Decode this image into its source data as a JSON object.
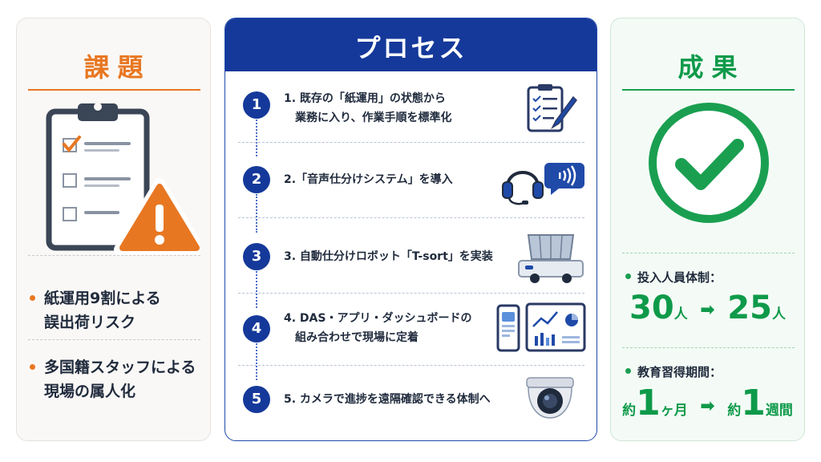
{
  "issues": {
    "title": "課題",
    "items": [
      {
        "line1": "紙運用9割による",
        "line2": "誤出荷リスク"
      },
      {
        "line1": "多国籍スタッフによる",
        "line2": "現場の属人化"
      }
    ]
  },
  "process": {
    "title": "プロセス",
    "steps": [
      {
        "num": "1",
        "line1": "1. 既存の「紙運用」の状態から",
        "line2": "業務に入り、作業手順を標準化",
        "icon": "clipboard-pen-icon"
      },
      {
        "num": "2",
        "line1": "2.「音声仕分けシステム」を導入",
        "line2": "",
        "icon": "headset-icon"
      },
      {
        "num": "3",
        "line1": "3. 自動仕分けロボット「T-sort」を実装",
        "line2": "",
        "icon": "robot-icon"
      },
      {
        "num": "4",
        "line1": "4. DAS・アプリ・ダッシュボードの",
        "line2": "組み合わせで現場に定着",
        "icon": "dashboard-icon"
      },
      {
        "num": "5",
        "line1": "5. カメラで進捗を遠隔確認できる体制へ",
        "line2": "",
        "icon": "camera-icon"
      }
    ]
  },
  "results": {
    "title": "成果",
    "staffing": {
      "label": "投入人員体制：",
      "before_num": "30",
      "before_unit": "人",
      "after_num": "25",
      "after_unit": "人"
    },
    "training": {
      "label": "教育習得期間：",
      "before_prefix": "約",
      "before_num": "1",
      "before_unit": "ヶ月",
      "after_prefix": "約",
      "after_num": "1",
      "after_unit": "週間"
    }
  },
  "colors": {
    "orange": "#e87722",
    "navy": "#15399a",
    "green": "#0e9a4a"
  }
}
